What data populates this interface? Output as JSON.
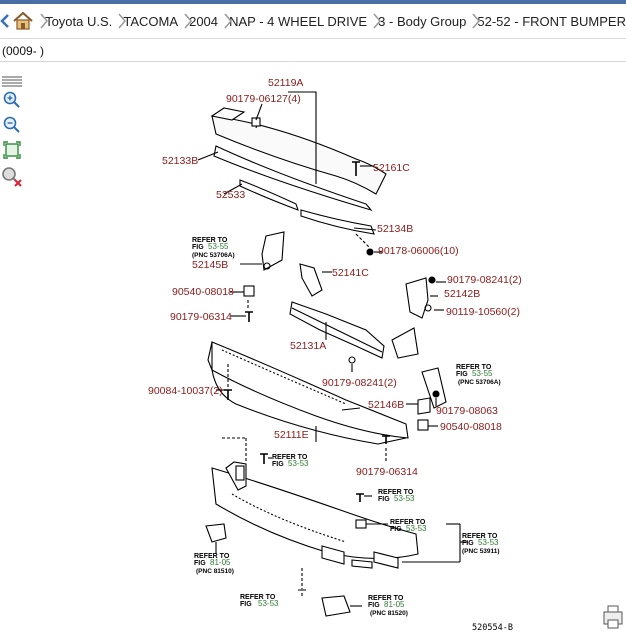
{
  "breadcrumb": {
    "items": [
      "Toyota U.S.",
      "TACOMA",
      "2004",
      "NAP - 4 WHEEL DRIVE",
      "3 - Body Group",
      "52-52 - FRONT BUMPER"
    ]
  },
  "subheader": {
    "text": "(0009- )"
  },
  "diagram": {
    "code": "520554-B",
    "labels": {
      "p52119A": "52119A",
      "p90179_06127": "90179-06127(4)",
      "p52133B": "52133B",
      "p52161C": "52161C",
      "p52533": "52533",
      "p52134B": "52134B",
      "p90178_06006": "90178-06006(10)",
      "p52145B": "52145B",
      "p52141C": "52141C",
      "p90179_08241a": "90179-08241(2)",
      "p52142B": "52142B",
      "p90540_08018a": "90540-08018",
      "p90119_10560": "90119-10560(2)",
      "p90179_06314a": "90179-06314",
      "p52131A": "52131A",
      "p90179_08241b": "90179-08241(2)",
      "p90084_10037": "90084-10037(2)",
      "p52146B": "52146B",
      "p90179_08063": "90179-08063",
      "p52111E": "52111E",
      "p90540_08018b": "90540-08018",
      "p90179_06314b": "90179-06314"
    },
    "refers": {
      "r1": {
        "line1": "REFER TO",
        "fig_prefix": "FIG",
        "fig": "53-55",
        "pnc": "(PNC 53706A)"
      },
      "r2": {
        "line1": "REFER TO",
        "fig_prefix": "FIG",
        "fig": "53-55",
        "pnc": "(PNC 53706A)"
      },
      "r3": {
        "line1": "REFER TO",
        "fig_prefix": "FIG",
        "fig": "53-53"
      },
      "r4": {
        "line1": "REFER TO",
        "fig_prefix": "FIG",
        "fig": "53-53"
      },
      "r5": {
        "line1": "REFER TO",
        "fig_prefix": "FIG",
        "fig": "53-53"
      },
      "r6": {
        "line1": "REFER TO",
        "fig_prefix": "FIG",
        "fig": "53-53",
        "pnc": "(PNC 53911)"
      },
      "r7": {
        "line1": "REFER TO",
        "fig_prefix": "FIG",
        "fig": "81-05",
        "pnc": "(PNC 81510)"
      },
      "r8": {
        "line1": "REFER TO",
        "fig_prefix": "FIG",
        "fig": "53-53"
      },
      "r9": {
        "line1": "REFER TO",
        "fig_prefix": "FIG",
        "fig": "81-05",
        "pnc": "(PNC 81520)"
      }
    }
  },
  "tools": [
    "menu-icon",
    "zoom-in-icon",
    "zoom-out-icon",
    "fit-window-icon",
    "reset-zoom-icon"
  ]
}
